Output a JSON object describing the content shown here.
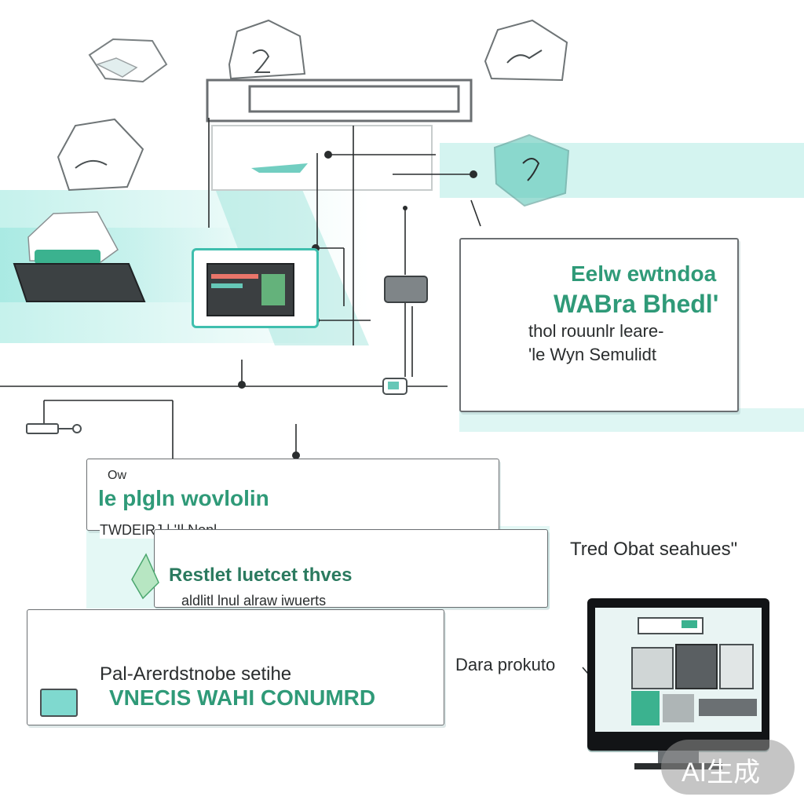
{
  "colors": {
    "teal": "#5fd3c7",
    "teal_light": "#c9f1ec",
    "green": "#2f9a78",
    "frame": "#6b6f72",
    "dark": "#2a2d2e"
  },
  "top_right_panel": {
    "title_line1": "Eelw ewtndoa",
    "title_line2": "WABra Bhedl'",
    "sub_line1": "thol rouunlr leare-",
    "sub_line2": "'le Wyn Semulidt"
  },
  "card_left_mid": {
    "small_label": "Ow",
    "title": "le plgln wovlolin",
    "sub": "TWDEIRJ | 'Il Nonl"
  },
  "card_center": {
    "title": "Restlet luetcet thves",
    "sub": "aldlitl lnul alraw iwuerts"
  },
  "card_bottom": {
    "title": "Pal-Arerdstnobe setihe",
    "subtitle": "VNECIS WAHI CONUMRD"
  },
  "free_text": {
    "right_label": "Tred Obat seahues\"",
    "bottom_label": "Dara prokuto"
  },
  "icons": [
    "node-icon-1",
    "node-icon-2",
    "node-icon-3",
    "node-icon-4",
    "laptop-icon",
    "tablet-icon",
    "plug-icon",
    "cable-icon",
    "monitor-icon"
  ],
  "watermark": "AI生成"
}
